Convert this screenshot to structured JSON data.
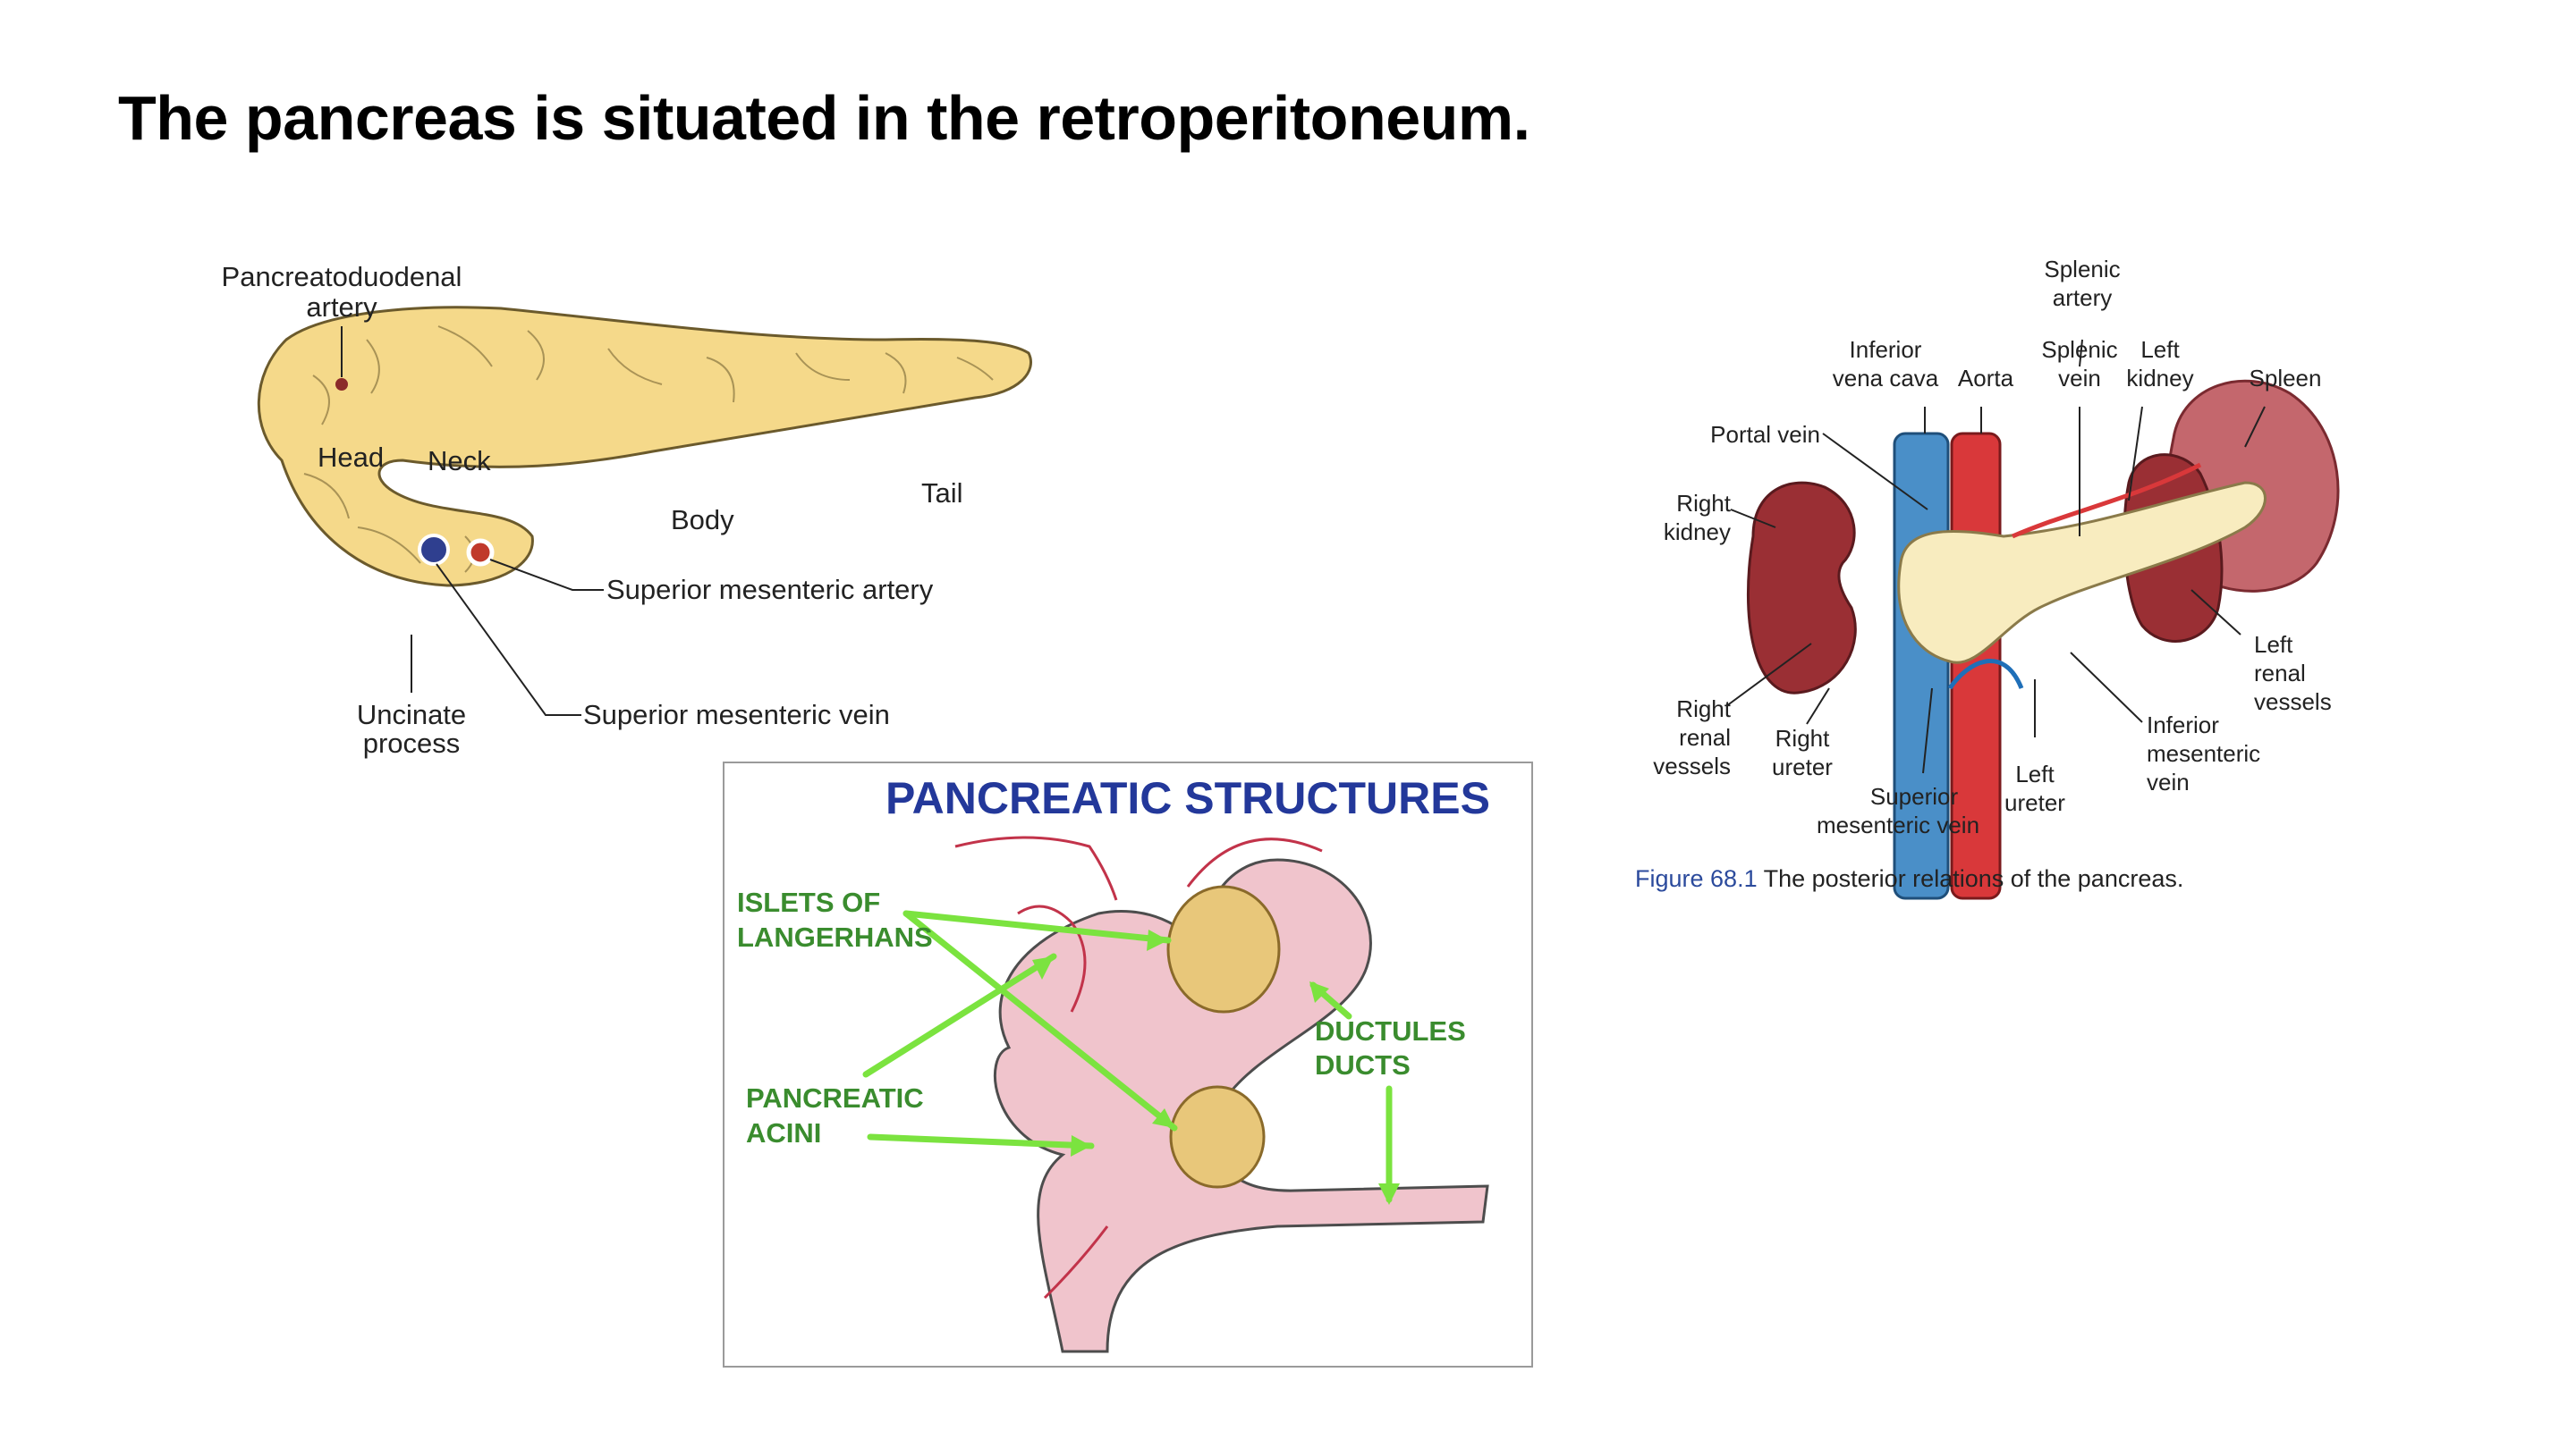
{
  "slide": {
    "title": "The pancreas is situated in the retroperitoneum."
  },
  "fig1": {
    "labels": {
      "pd_artery_l1": "Pancreatoduodenal",
      "pd_artery_l2": "artery",
      "head": "Head",
      "neck": "Neck",
      "body": "Body",
      "tail": "Tail",
      "sma": "Superior mesenteric artery",
      "smv": "Superior mesenteric vein",
      "uncinate_l1": "Uncinate",
      "uncinate_l2": "process"
    },
    "colors": {
      "pancreas": "#f5d98a",
      "outline": "#6b5a2c",
      "artery": "#c0392b",
      "vein": "#2f3f8f"
    }
  },
  "fig2": {
    "title": "PANCREATIC STRUCTURES",
    "labels": {
      "islets_l1": "ISLETS OF",
      "islets_l2": "LANGERHANS",
      "acini_l1": "PANCREATIC",
      "acini_l2": "ACINI",
      "ductules_l1": "DUCTULES",
      "ductules_l2": "DUCTS"
    },
    "colors": {
      "title": "#23389a",
      "label": "#3a8c2e",
      "arrow": "#7be33f",
      "tissue": "#f0c4cc",
      "islet": "#e8c77a"
    }
  },
  "fig3": {
    "labels": {
      "splenic_artery_l1": "Splenic",
      "splenic_artery_l2": "artery",
      "ivc_l1": "Inferior",
      "ivc_l2": "vena cava",
      "aorta": "Aorta",
      "splenic_vein_l1": "Splenic",
      "splenic_vein_l2": "vein",
      "left_kidney_l1": "Left",
      "left_kidney_l2": "kidney",
      "spleen": "Spleen",
      "portal_vein": "Portal vein",
      "right_kidney_l1": "Right",
      "right_kidney_l2": "kidney",
      "left_renal_l1": "Left",
      "left_renal_l2": "renal",
      "left_renal_l3": "vessels",
      "right_renal_l1": "Right",
      "right_renal_l2": "renal",
      "right_renal_l3": "vessels",
      "right_ureter_l1": "Right",
      "right_ureter_l2": "ureter",
      "imv_l1": "Inferior",
      "imv_l2": "mesenteric",
      "imv_l3": "vein",
      "left_ureter_l1": "Left",
      "left_ureter_l2": "ureter",
      "smv_l1": "Superior",
      "smv_l2": "mesenteric vein"
    },
    "caption": {
      "number": "Figure 68.1",
      "text": "The posterior relations of the pancreas."
    },
    "colors": {
      "kidney": "#9a2f34",
      "spleen": "#c4676d",
      "vein": "#4a8fc8",
      "artery": "#d9383a",
      "pancreas": "#f8ecbf",
      "caption_number": "#2b4a9c"
    }
  }
}
